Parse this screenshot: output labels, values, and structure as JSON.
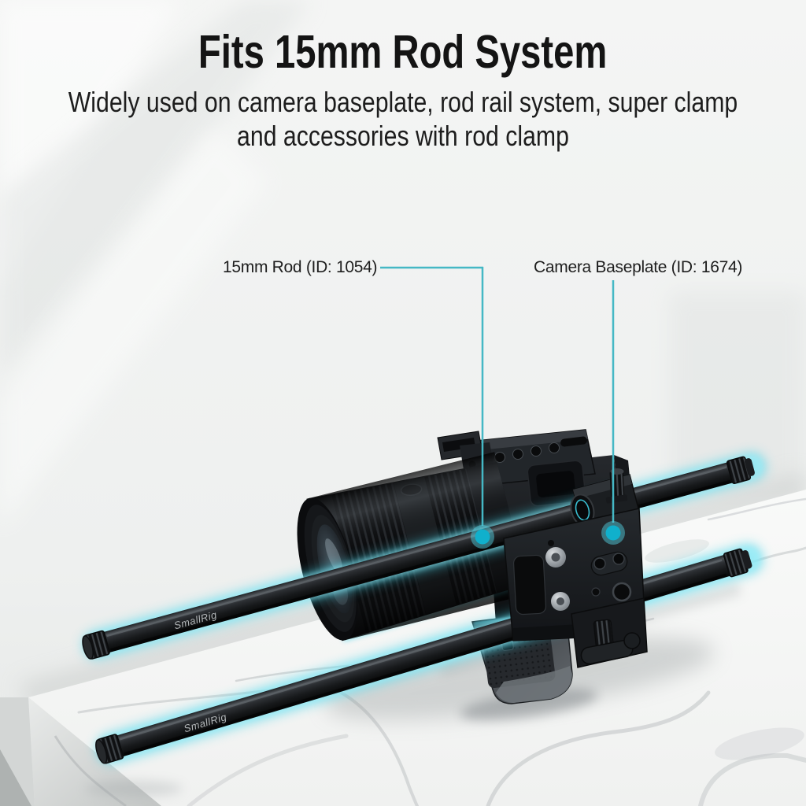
{
  "header": {
    "title": "Fits 15mm Rod System",
    "subtitle_line1": "Widely used on camera baseplate, rod rail system, super clamp",
    "subtitle_line2": "and accessories with rod clamp"
  },
  "callouts": {
    "rod": {
      "label": "15mm Rod (ID: 1054)"
    },
    "baseplate": {
      "label": "Camera Baseplate (ID: 1674)"
    }
  },
  "product": {
    "brand_logo_text": "SmallRig",
    "scene_description": "Camera with zoom lens in a cage, mounted via camera baseplate on two 15mm rods with cyan glow, resting over a white marble tabletop"
  },
  "colors": {
    "accent_line": "#45b8c5",
    "accent_dot": "#10b0cc",
    "glow_cyan": "#5fdeef",
    "text_dark": "#141414",
    "background": "#f1f2f1"
  }
}
